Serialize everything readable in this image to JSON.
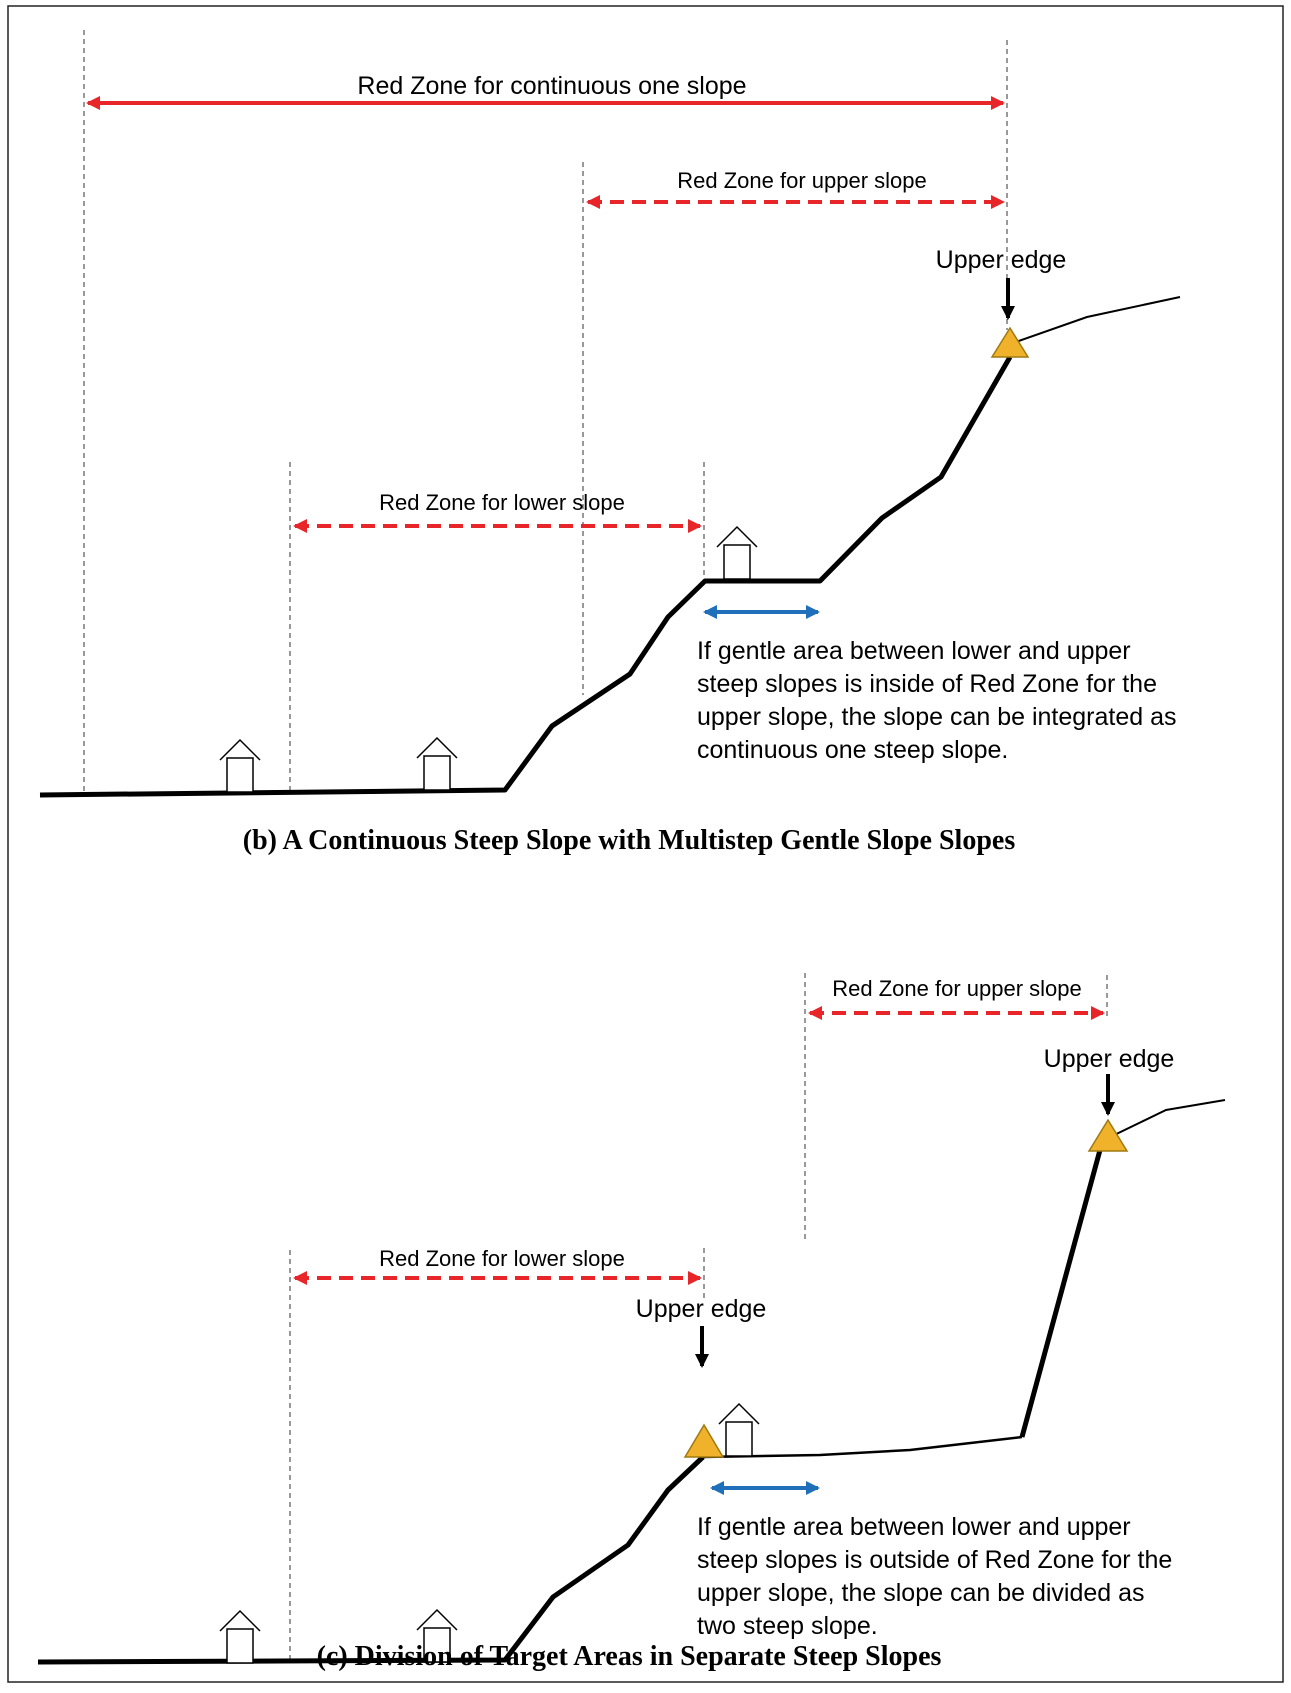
{
  "colors": {
    "red_zone": "#e8262a",
    "gentle_area_arrow": "#1f6fba",
    "upper_edge_marker": "#f0b22b",
    "ground_line": "#000000"
  },
  "icons": {
    "house": "house-icon",
    "upper_edge": "triangle-marker-icon"
  },
  "panel_b": {
    "red_zone_continuous_label": "Red Zone for continuous one slope",
    "red_zone_upper_label": "Red Zone for upper slope",
    "red_zone_lower_label": "Red Zone for lower slope",
    "upper_edge_label": "Upper edge",
    "note_lines": [
      "If gentle area between lower and upper",
      "steep slopes is inside of Red Zone for the",
      "upper slope, the slope can be integrated as",
      "continuous one steep slope."
    ],
    "caption": "(b) A Continuous Steep Slope with Multistep Gentle Slope Slopes"
  },
  "panel_c": {
    "red_zone_upper_label": "Red Zone for upper slope",
    "red_zone_lower_label": "Red Zone for lower slope",
    "upper_edge_label_top": "Upper edge",
    "upper_edge_label_middle": "Upper edge",
    "note_lines": [
      "If gentle area between lower and upper",
      "steep slopes is outside of Red Zone for the",
      "upper slope, the slope can be divided as",
      "two steep slope."
    ],
    "caption": "(c) Division of Target Areas in Separate Steep Slopes"
  }
}
